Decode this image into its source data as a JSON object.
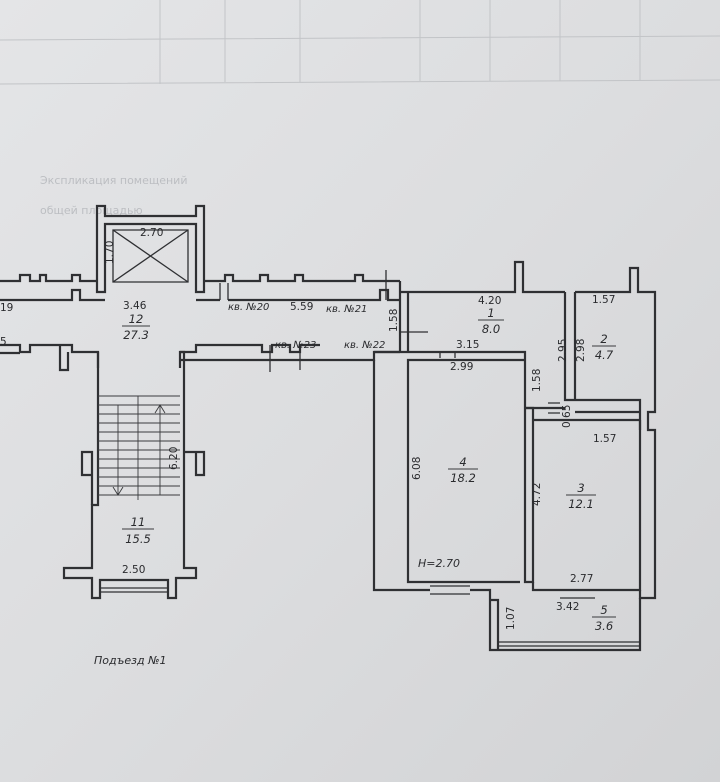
{
  "background_text": {
    "line1": "                      Экспликация помещений",
    "line2": "                                         общей   площадью"
  },
  "flat_labels": [
    "кв. №20",
    "кв. №21",
    "кв. №23",
    "кв. №22"
  ],
  "rooms": [
    {
      "number": "1",
      "area": "8.0"
    },
    {
      "number": "2",
      "area": "4.7"
    },
    {
      "number": "3",
      "area": "12.1"
    },
    {
      "number": "4",
      "area": "18.2"
    },
    {
      "number": "5",
      "area": "3.6"
    },
    {
      "number": "11",
      "area": "15.5"
    },
    {
      "number": "12",
      "area": "27.3"
    }
  ],
  "dimensions": {
    "shaft_width": "2.70",
    "shaft_height": "1.70",
    "corridor_a": "3.46",
    "corridor_b": "5.59",
    "left_edge_top": "19",
    "left_edge_mid": "5",
    "vestibule": "1.58",
    "room1_width": "4.20",
    "room2_width_top": "1.57",
    "room4_width_top": "3.15",
    "room4_width_in": "2.99",
    "room2_h1": "2.95",
    "room2_h2": "2.98",
    "hall_h": "1.58",
    "niche": "0.65",
    "room3_width": "1.57",
    "stair_h": "6.20",
    "room4_h": "6.08",
    "room3_h": "4.72",
    "stair_w": "2.50",
    "room3_bottom": "2.77",
    "balcony_w": "3.42",
    "balcony_h": "1.07"
  },
  "ceiling_height": "H=2.70",
  "entrance_label": "Подъезд №1"
}
